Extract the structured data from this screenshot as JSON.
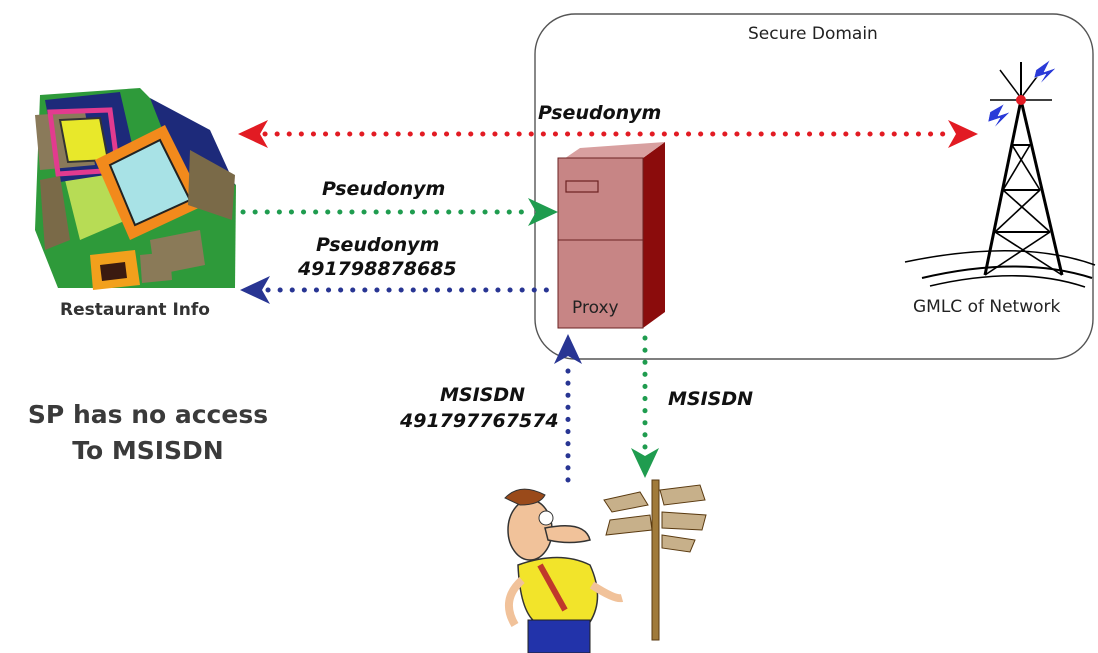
{
  "domain_box": {
    "title": "Secure Domain"
  },
  "nodes": {
    "restaurant": {
      "label": "Restaurant Info"
    },
    "proxy": {
      "label": "Proxy"
    },
    "gmlc": {
      "label": "GMLC of Network"
    }
  },
  "links": {
    "red": {
      "label": "Pseudonym",
      "color": "#e21b23"
    },
    "green_top": {
      "label": "Pseudonym",
      "color": "#1f9c4f"
    },
    "blue_left": {
      "label_1": "Pseudonym",
      "label_2": "491798878685",
      "color": "#283593"
    },
    "blue_up": {
      "label_1": "MSISDN",
      "label_2": "491797767574",
      "color": "#283593"
    },
    "green_down": {
      "label": "MSISDN",
      "color": "#1f9c4f"
    }
  },
  "note": {
    "line1": "SP has no access",
    "line2": "To MSISDN"
  }
}
